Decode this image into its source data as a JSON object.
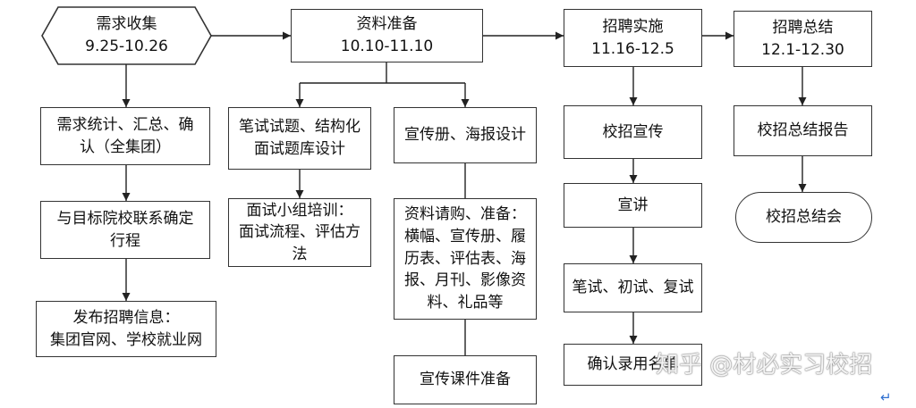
{
  "demand": {
    "title": "需求收集",
    "dates": "9.25-10.26",
    "steps": [
      "需求统计、汇总、确认（全集团）",
      "与目标院校联系确定行程"
    ],
    "publish_heading": "发布招聘信息：",
    "publish_detail": "集团官网、学校就业网"
  },
  "preparation": {
    "title": "资料准备",
    "dates": "10.10-11.10",
    "exam_design": "笔试试题、结构化面试题库设计",
    "training_heading": "面试小组培训：",
    "training_detail": "面试流程、评估方法",
    "brochure_design": "宣传册、海报设计",
    "materials_heading": "资料请购、准备：",
    "materials_detail": "横幅、宣传册、履历表、评估表、海报、月刊、影像资料、礼品等",
    "courseware": "宣传课件准备"
  },
  "implementation": {
    "title": "招聘实施",
    "dates": "11.16-12.5",
    "steps": [
      "校招宣传",
      "宣讲",
      "笔试、初试、复试",
      "确认录用名单"
    ]
  },
  "summary": {
    "title": "招聘总结",
    "dates": "12.1-12.30",
    "steps": [
      "校招总结报告",
      "校招总结会"
    ]
  },
  "watermark": "知乎 @材必实习校招",
  "paragraph_mark": "↵",
  "colors": {
    "border": "#333333",
    "connector": "#222222",
    "paragraph_mark": "#2f6fd0"
  }
}
